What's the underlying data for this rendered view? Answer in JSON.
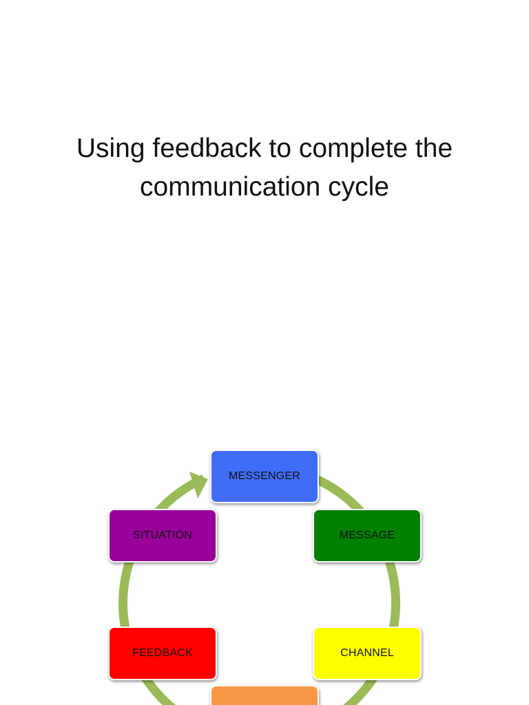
{
  "slide": {
    "title_line1": "Using feedback to complete the",
    "title_line2": "communication cycle"
  },
  "cycle": {
    "arrow_color": "#9bbb59",
    "nodes": [
      {
        "id": "messenger",
        "label": "MESSENGER",
        "color": "#3f6df7"
      },
      {
        "id": "message",
        "label": "MESSAGE",
        "color": "#008000"
      },
      {
        "id": "channel",
        "label": "CHANNEL",
        "color": "#ffff00"
      },
      {
        "id": "receiver",
        "label": "",
        "color": "#f79646"
      },
      {
        "id": "feedback",
        "label": "FEEDBACK",
        "color": "#ff0000"
      },
      {
        "id": "situation",
        "label": "SITUATION",
        "color": "#990099"
      }
    ]
  }
}
